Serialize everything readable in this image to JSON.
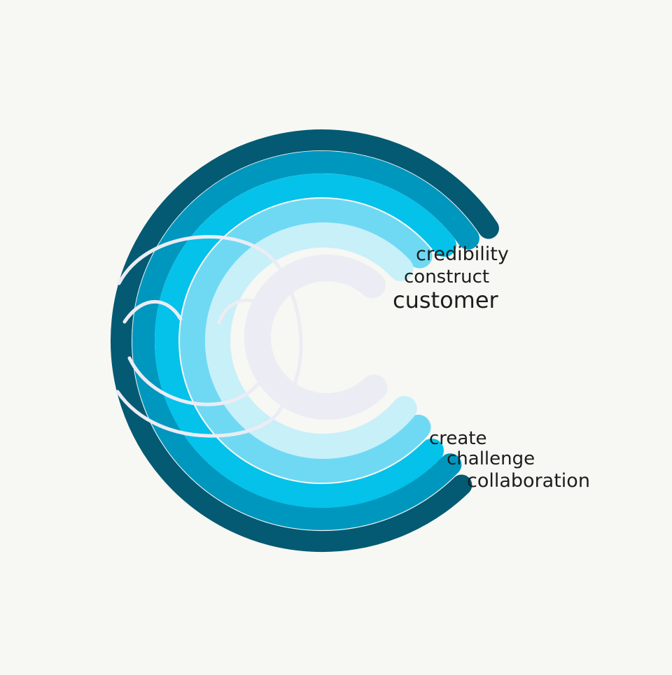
{
  "logo": {
    "name": "concentric-c-logo",
    "ring_colors": [
      "#035a72",
      "#0097bf",
      "#04c2ea",
      "#6fd9f4",
      "#c7f0f9",
      "#ececf4"
    ],
    "swoosh_color": "#ececf4",
    "background": "#f7f7f3"
  },
  "words": {
    "upper": [
      "credibility",
      "construct",
      "customer"
    ],
    "lower": [
      "create",
      "challenge",
      "collaboration"
    ]
  }
}
